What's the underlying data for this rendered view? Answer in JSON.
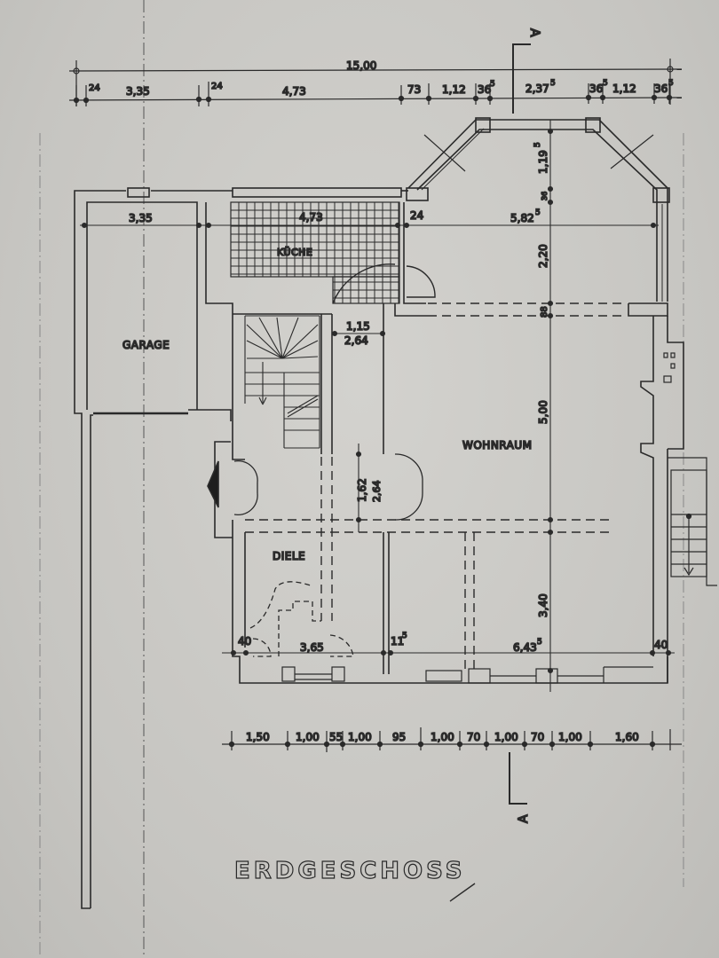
{
  "drawing": {
    "title": "ERDGESCHOSS",
    "section_marker": "A",
    "colors": {
      "paper": "#c9c8c4",
      "ink": "#2a2a2a"
    }
  },
  "rooms": {
    "garage": "GARAGE",
    "kitchen": "KÜCHE",
    "living": "WOHNRAUM",
    "hall": "DIELE"
  },
  "dimensions": {
    "top_overall": "15,00",
    "top_chain": [
      "24",
      "3,35",
      "24",
      "4,73",
      "73",
      "1,12",
      "36",
      "5",
      "2,37",
      "5",
      "36",
      "5",
      "1,12",
      "36",
      "5"
    ],
    "inner_top": {
      "garage_width": "3,35",
      "kitchen_width": "4,73",
      "wall": "24",
      "living_width": "5,82",
      "living_width_sup": "5"
    },
    "bay_vertical": {
      "bay_depth": "1,19",
      "bay_depth_sup": "5",
      "small_a": "36",
      "small_a_sup": "5",
      "small_b": "36",
      "small_b_sup": "5",
      "upper": "2,20",
      "wall": "88"
    },
    "hall_upper": {
      "w": "1,15",
      "h": "2,64"
    },
    "hall_door": {
      "w": "1,62",
      "h": "2,64"
    },
    "living_main_height": "5,00",
    "living_lower_height": "3,40",
    "lower_chain_inner": {
      "left_wall": "40",
      "diele_width": "3,65",
      "wall_mid": "11",
      "wall_mid_sup": "5",
      "living_width": "6,43",
      "living_width_sup": "5",
      "right_wall": "40"
    },
    "bottom_chain": [
      "1,50",
      "1,00",
      "55",
      "1,00",
      "95",
      "1,00",
      "70",
      "1,00",
      "70",
      "1,00",
      "1,60"
    ]
  }
}
